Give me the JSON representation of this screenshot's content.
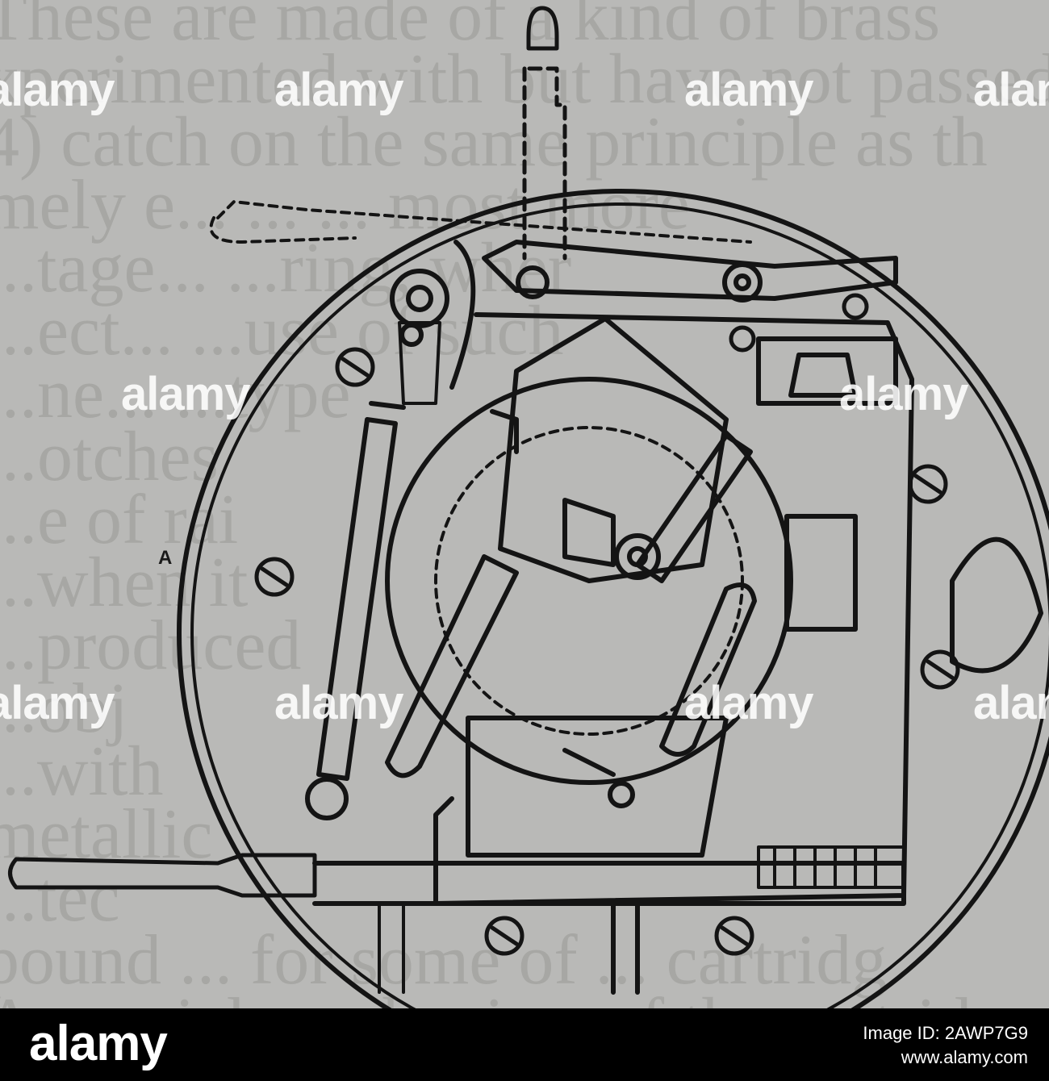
{
  "diagram": {
    "callout_label": "A"
  },
  "background_text": {
    "lines": [
      "These are made of a kind of brass",
      "xperimented with but have not passed",
      "4) catch on the same principle as th",
      "mely e... ... ... most more",
      "...tage... ...ring, wher",
      "...ect... ...use of such",
      "...ne... ...type",
      "...otches",
      "...e of rai",
      "...when it",
      "...produced",
      "...obj",
      "...with",
      "metallic",
      "...tec",
      "pound ... for some of ... cartridg",
      "A special mechanism of the cartridge"
    ]
  },
  "watermark": {
    "text": "alamy"
  },
  "footer": {
    "logo": "alamy",
    "image_id": "Image ID: 2AWP7G9",
    "website": "www.alamy.com"
  },
  "colors": {
    "paper": "#b9b9b7",
    "ink": "#141414",
    "footer": "#000000"
  }
}
